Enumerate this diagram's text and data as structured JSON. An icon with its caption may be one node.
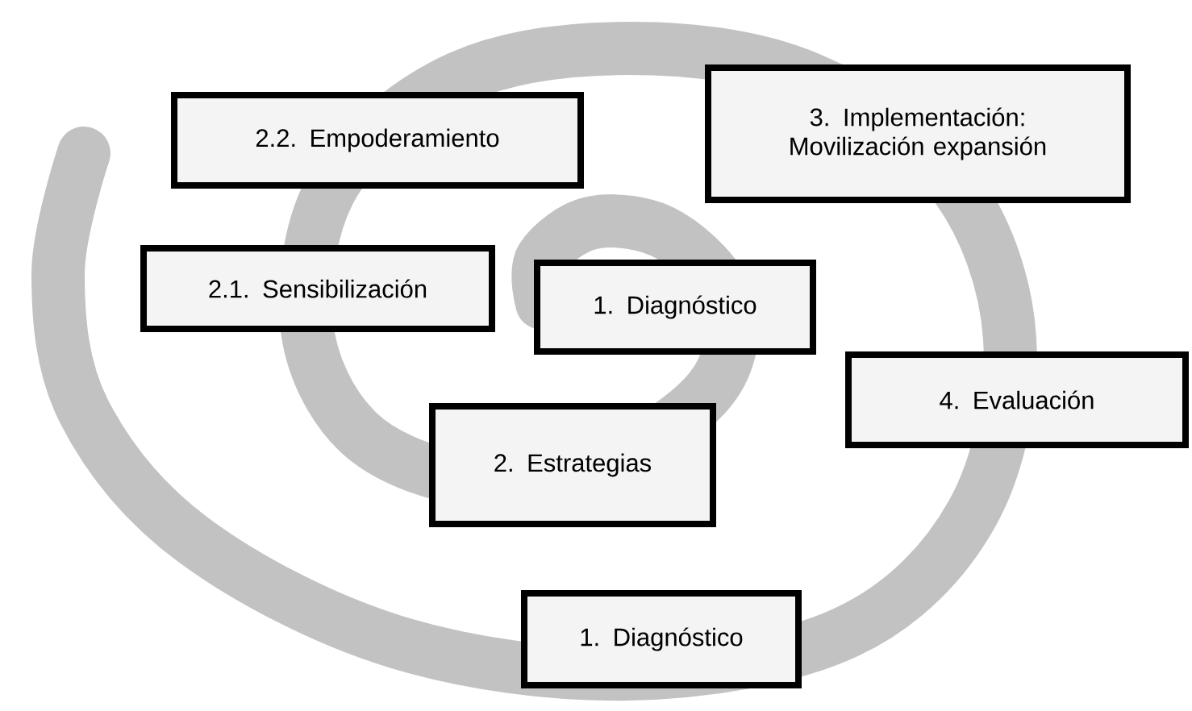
{
  "diagram": {
    "nodes": [
      {
        "text": [
          "2.2. Empoderamiento"
        ]
      },
      {
        "text": [
          "3. Implementación: Movilización expansión"
        ]
      },
      {
        "text": [
          "2.1. Sensibilización"
        ]
      },
      {
        "text": [
          "1. Diagnóstico"
        ]
      },
      {
        "text": [
          "4. Evaluación"
        ]
      },
      {
        "text": [
          "2. Estrategias"
        ]
      },
      {
        "text": [
          "1. Diagnóstico"
        ]
      }
    ]
  }
}
